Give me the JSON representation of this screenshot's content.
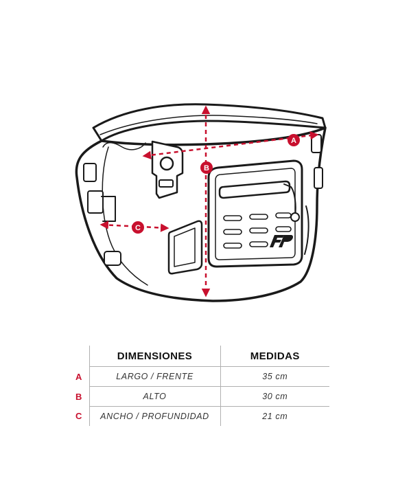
{
  "markers": {
    "a": "A",
    "b": "B",
    "c": "C"
  },
  "colors": {
    "accent": "#c8102e",
    "line": "#1a1a1a",
    "divider": "#b0b0b0"
  },
  "table": {
    "headers": {
      "key": "",
      "dimension": "DIMENSIONES",
      "value": "MEDIDAS"
    },
    "rows": [
      {
        "key": "A",
        "dimension": "LARGO / FRENTE",
        "value": "35 cm"
      },
      {
        "key": "B",
        "dimension": "ALTO",
        "value": "30 cm"
      },
      {
        "key": "C",
        "dimension": "ANCHO / PROFUNDIDAD",
        "value": "21 cm"
      }
    ]
  }
}
